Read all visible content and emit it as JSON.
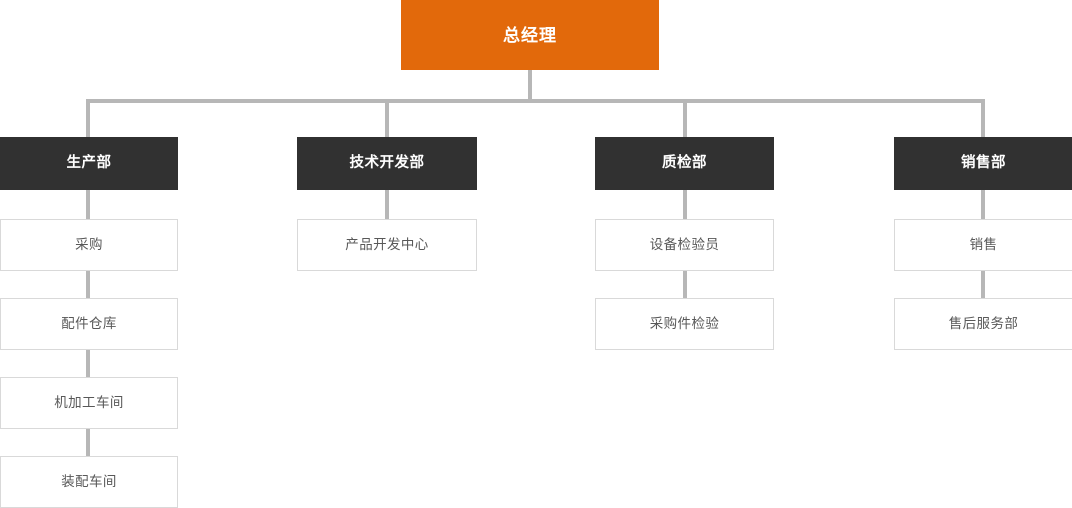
{
  "chart": {
    "type": "org-chart",
    "title_node": "总经理",
    "colors": {
      "root_background": "#e2690b",
      "root_text": "#ffffff",
      "department_background": "#313131",
      "department_text": "#ffffff",
      "leaf_background": "#ffffff",
      "leaf_border": "#d9d9d9",
      "leaf_text": "#585858",
      "connector": "#b7b7b7",
      "page_background": "#ffffff"
    },
    "root": {
      "label": "总经理",
      "level": 0
    },
    "departments": [
      {
        "label": "生产部",
        "column": 0,
        "children": [
          {
            "label": "采购"
          },
          {
            "label": "配件仓库"
          },
          {
            "label": "机加工车间"
          },
          {
            "label": "装配车间"
          }
        ]
      },
      {
        "label": "技术开发部",
        "column": 1,
        "children": [
          {
            "label": "产品开发中心"
          }
        ]
      },
      {
        "label": "质检部",
        "column": 2,
        "children": [
          {
            "label": "设备检验员"
          },
          {
            "label": "采购件检验"
          }
        ]
      },
      {
        "label": "销售部",
        "column": 3,
        "children": [
          {
            "label": "销售"
          },
          {
            "label": "售后服务部"
          }
        ]
      }
    ]
  }
}
